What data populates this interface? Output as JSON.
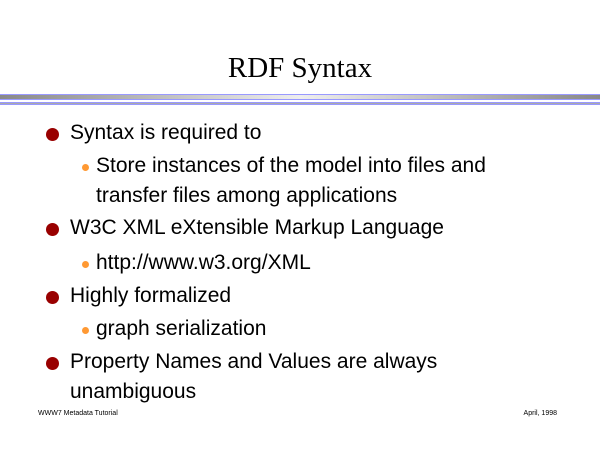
{
  "title": "RDF Syntax",
  "colors": {
    "bullet_main": "#990000",
    "bullet_sub": "#ff9933",
    "rule": "#9999ff"
  },
  "bullets": [
    {
      "text": "Syntax is required to",
      "sub": [
        "Store instances of the model into files and transfer files among applications"
      ]
    },
    {
      "text": "W3C XML eXtensible Markup Language",
      "sub": [
        "http://www.w3.org/XML"
      ]
    },
    {
      "text": "Highly formalized",
      "sub": [
        "graph serialization"
      ]
    },
    {
      "text": "Property Names and Values are always unambiguous",
      "sub": []
    }
  ],
  "footer": {
    "left": "WWW7 Metadata Tutorial",
    "right": "April, 1998"
  }
}
